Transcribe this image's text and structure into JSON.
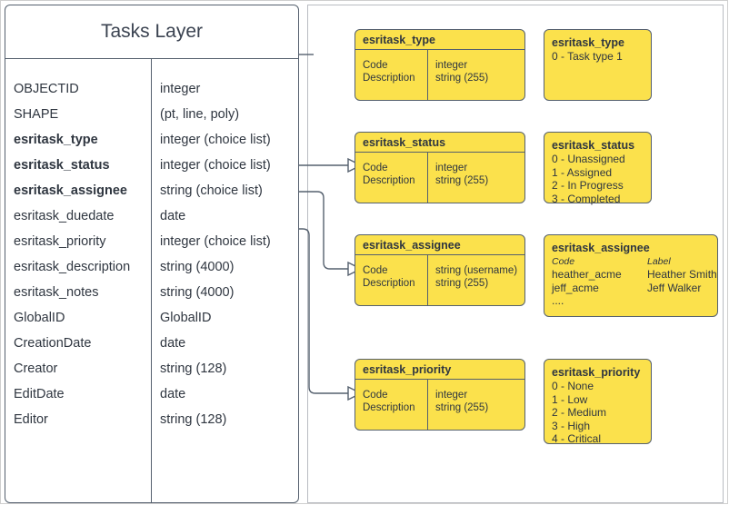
{
  "diagram": {
    "title": "Tasks Layer",
    "colors": {
      "yellow_fill": "#fbe14c",
      "outline": "#55606e",
      "text": "#2f3640",
      "panel_border": "#b9bcc2",
      "background": "#ffffff"
    }
  },
  "layer": {
    "title": "Tasks Layer",
    "fields": [
      {
        "name": "OBJECTID",
        "type": "integer",
        "bold": false
      },
      {
        "name": "SHAPE",
        "type": "(pt, line, poly)",
        "bold": false
      },
      {
        "name": "esritask_type",
        "type": "integer (choice list)",
        "bold": true
      },
      {
        "name": "esritask_status",
        "type": "integer (choice list)",
        "bold": true
      },
      {
        "name": "esritask_assignee",
        "type": "string (choice list)",
        "bold": true
      },
      {
        "name": "esritask_duedate",
        "type": "date",
        "bold": false
      },
      {
        "name": "esritask_priority",
        "type": "integer (choice list)",
        "bold": false
      },
      {
        "name": "esritask_description",
        "type": "string (4000)",
        "bold": false
      },
      {
        "name": "esritask_notes",
        "type": "string (4000)",
        "bold": false
      },
      {
        "name": "GlobalID",
        "type": "GlobalID",
        "bold": false
      },
      {
        "name": "CreationDate",
        "type": "date",
        "bold": false
      },
      {
        "name": "Creator",
        "type": "string (128)",
        "bold": false
      },
      {
        "name": "EditDate",
        "type": "date",
        "bold": false
      },
      {
        "name": "Editor",
        "type": "string (128)",
        "bold": false
      }
    ]
  },
  "domain_tables": [
    {
      "id": "type",
      "title": "esritask_type",
      "rows": [
        {
          "field": "Code",
          "type": "integer"
        },
        {
          "field": "Description",
          "type": "string (255)"
        }
      ]
    },
    {
      "id": "status",
      "title": "esritask_status",
      "rows": [
        {
          "field": "Code",
          "type": "integer"
        },
        {
          "field": "Description",
          "type": "string (255)"
        }
      ]
    },
    {
      "id": "assignee",
      "title": "esritask_assignee",
      "rows": [
        {
          "field": "Code",
          "type": "string  (username)"
        },
        {
          "field": "Description",
          "type": "string (255)"
        }
      ]
    },
    {
      "id": "priority",
      "title": "esritask_priority",
      "rows": [
        {
          "field": "Code",
          "type": "integer"
        },
        {
          "field": "Description",
          "type": "string (255)"
        }
      ]
    }
  ],
  "value_lists": [
    {
      "id": "type",
      "title": "esritask_type",
      "lines": [
        "0 - Task type 1"
      ]
    },
    {
      "id": "status",
      "title": "esritask_status",
      "lines": [
        "0 - Unassigned",
        "1 - Assigned",
        "2 - In Progress",
        "3 - Completed"
      ]
    },
    {
      "id": "assignee",
      "title": "esritask_assignee",
      "header": {
        "code": "Code",
        "label": "Label"
      },
      "pairs": [
        {
          "code": "heather_acme",
          "label": "Heather Smith"
        },
        {
          "code": "jeff_acme",
          "label": "Jeff Walker"
        },
        {
          "code": "....",
          "label": ""
        }
      ]
    },
    {
      "id": "priority",
      "title": "esritask_priority",
      "lines": [
        "0 - None",
        "1 - Low",
        "2 - Medium",
        "3 - High",
        "4 - Critical"
      ]
    }
  ]
}
